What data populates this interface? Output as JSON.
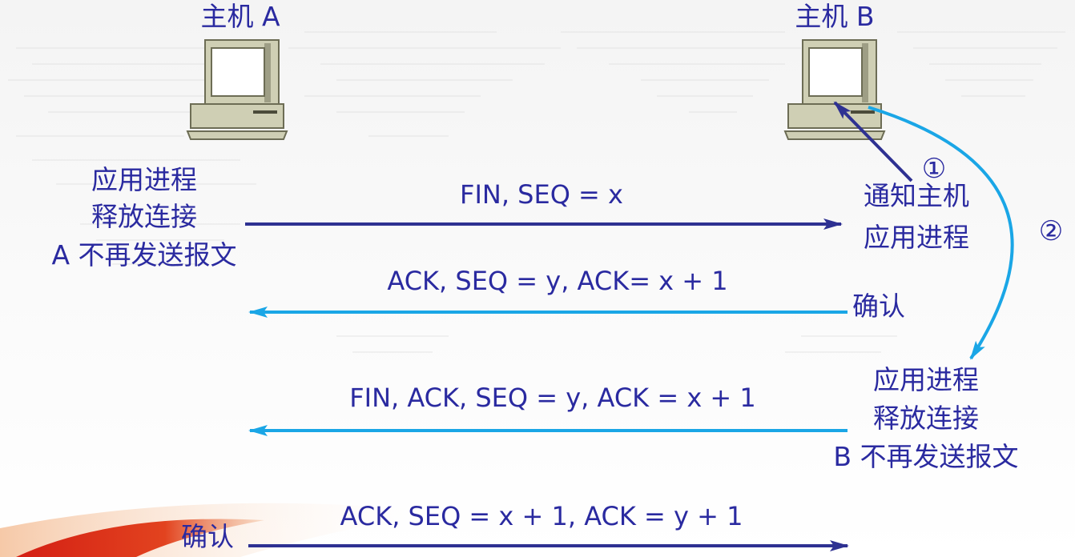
{
  "host_a": {
    "label": "主机 A"
  },
  "host_b": {
    "label": "主机 B"
  },
  "host_a_notes": [
    "应用进程",
    "释放连接",
    "A 不再发送报文"
  ],
  "host_b_notify": [
    "通知主机",
    "应用进程"
  ],
  "host_b_release": [
    "应用进程",
    "释放连接",
    "B 不再发送报文"
  ],
  "step_markers": [
    "①",
    "②"
  ],
  "messages": [
    {
      "text": "FIN, SEQ = x"
    },
    {
      "text": "ACK, SEQ = y, ACK= x + 1"
    },
    {
      "text": "FIN, ACK, SEQ = y, ACK = x + 1"
    },
    {
      "text": "ACK, SEQ = x + 1, ACK = y + 1"
    }
  ],
  "ack_labels": [
    "确认",
    "确认"
  ],
  "colors": {
    "dark_arrow": "#2e3192",
    "light_arrow": "#1aa6e6",
    "text": "#2a2aa0",
    "computer_body": "#cfcfb4",
    "computer_shadow": "#6d6d55",
    "screen": "#ffffff",
    "decor_red": "#d41f14"
  }
}
